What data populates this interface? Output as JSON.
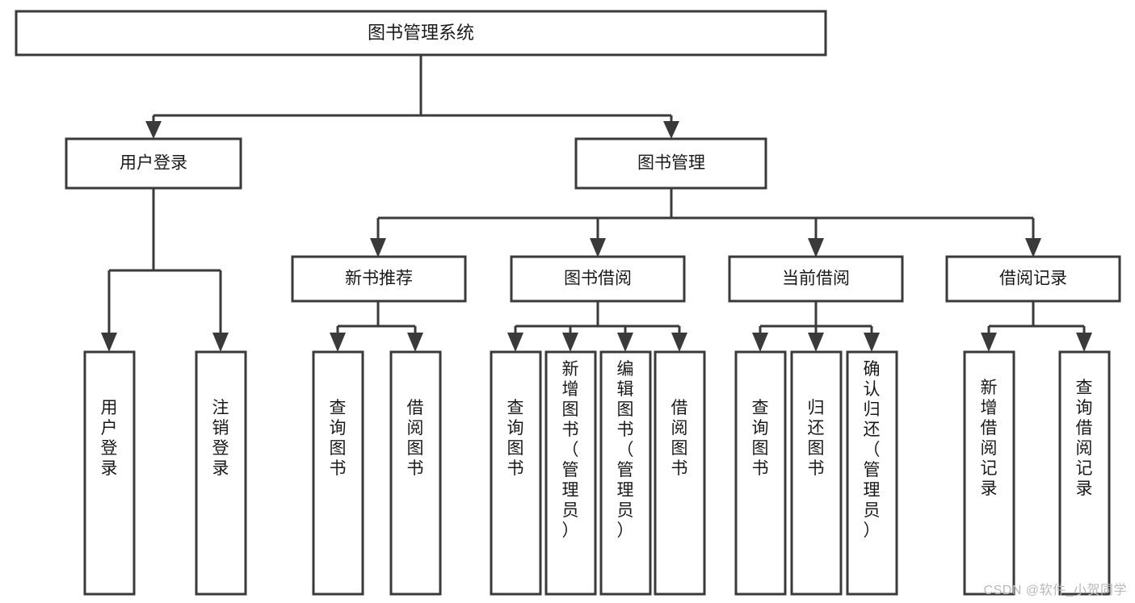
{
  "diagram": {
    "type": "tree-hierarchy",
    "title": "图书管理系统",
    "watermark": "CSDN @软件_小贺同学",
    "colors": {
      "stroke": "#3a3a3a",
      "fill": "#ffffff",
      "text": "#1a1a1a",
      "watermark": "#b9b9b9"
    },
    "levels": {
      "root": {
        "label": "图书管理系统"
      },
      "level1": [
        {
          "label": "用户登录"
        },
        {
          "label": "图书管理"
        }
      ],
      "level2": [
        {
          "label": "新书推荐"
        },
        {
          "label": "图书借阅"
        },
        {
          "label": "当前借阅"
        },
        {
          "label": "借阅记录"
        }
      ],
      "leaves": [
        {
          "label": "用户登录",
          "parent": "用户登录"
        },
        {
          "label": "注销登录",
          "parent": "用户登录"
        },
        {
          "label": "查询图书",
          "parent": "新书推荐"
        },
        {
          "label": "借阅图书",
          "parent": "新书推荐"
        },
        {
          "label": "查询图书",
          "parent": "图书借阅"
        },
        {
          "label": "新增图书（管理员）",
          "parent": "图书借阅"
        },
        {
          "label": "编辑图书（管理员）",
          "parent": "图书借阅"
        },
        {
          "label": "借阅图书",
          "parent": "图书借阅"
        },
        {
          "label": "查询图书",
          "parent": "当前借阅"
        },
        {
          "label": "归还图书",
          "parent": "当前借阅"
        },
        {
          "label": "确认归还（管理员）",
          "parent": "当前借阅"
        },
        {
          "label": "新增借阅记录",
          "parent": "借阅记录"
        },
        {
          "label": "查询借阅记录",
          "parent": "借阅记录"
        }
      ]
    }
  }
}
